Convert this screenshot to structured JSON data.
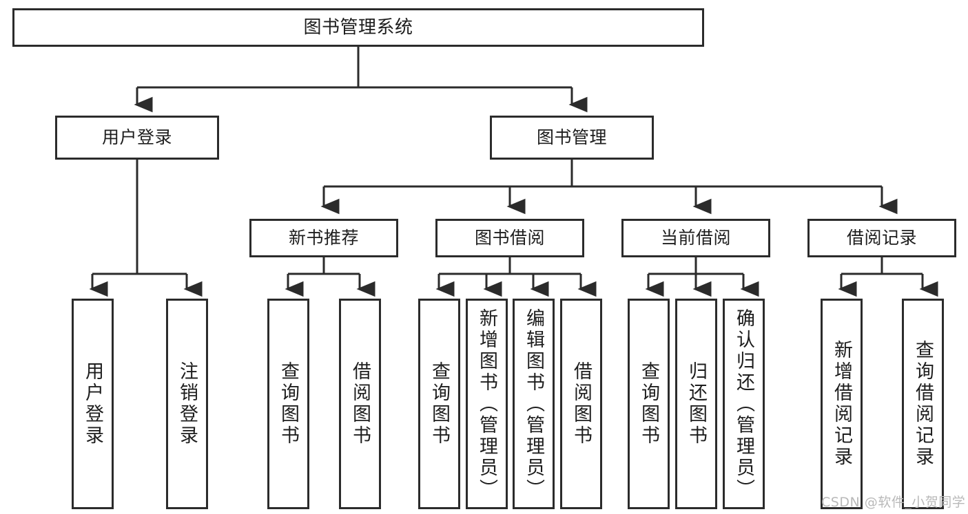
{
  "diagram": {
    "title": "图书管理系统",
    "watermark": "CSDN @软件_小贺同学",
    "colors": {
      "border": "#2b2b2b",
      "background": "#ffffff",
      "text": "#1d1d1d",
      "connector": "#2b2b2b",
      "watermark": "#b9b9b9"
    },
    "levels": {
      "root": "图书管理系统",
      "level2": [
        "用户登录",
        "图书管理"
      ],
      "level3": [
        "新书推荐",
        "图书借阅",
        "当前借阅",
        "借阅记录"
      ]
    },
    "nodes": {
      "root": {
        "label": "图书管理系统"
      },
      "user_login": {
        "label": "用户登录"
      },
      "book_manage": {
        "label": "图书管理"
      },
      "new_book_rec": {
        "label": "新书推荐"
      },
      "book_borrow": {
        "label": "图书借阅"
      },
      "current_borrow": {
        "label": "当前借阅"
      },
      "borrow_record": {
        "label": "借阅记录"
      },
      "leaf_user_login": {
        "label": "用户登录"
      },
      "leaf_logout": {
        "label": "注销登录"
      },
      "leaf_query_book_1": {
        "label": "查询图书"
      },
      "leaf_borrow_book_1": {
        "label": "借阅图书"
      },
      "leaf_query_book_2": {
        "label": "查询图书"
      },
      "leaf_add_book": {
        "label": "新增图书（管理员）"
      },
      "leaf_edit_book": {
        "label": "编辑图书（管理员）"
      },
      "leaf_borrow_book_2": {
        "label": "借阅图书"
      },
      "leaf_query_book_3": {
        "label": "查询图书"
      },
      "leaf_return_book": {
        "label": "归还图书"
      },
      "leaf_confirm_return": {
        "label": "确认归还（管理员）"
      },
      "leaf_add_record": {
        "label": "新增借阅记录"
      },
      "leaf_query_record": {
        "label": "查询借阅记录"
      }
    }
  }
}
